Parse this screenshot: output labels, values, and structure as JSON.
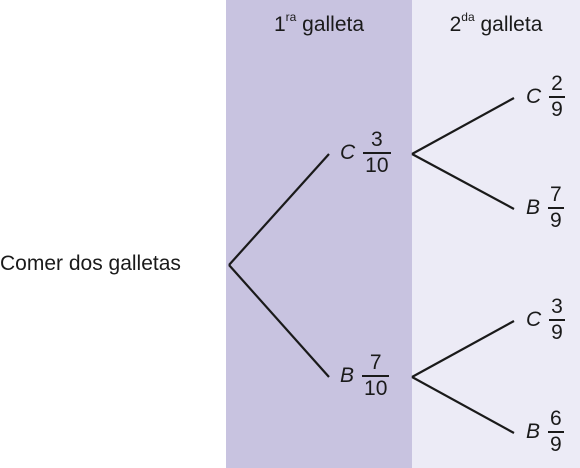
{
  "headers": {
    "first_num": "1",
    "first_sup": "ra",
    "first_text": " galleta",
    "second_num": "2",
    "second_sup": "da",
    "second_text": " galleta"
  },
  "root_label": "Comer dos galletas",
  "first_level": [
    {
      "letter": "C",
      "numerator": "3",
      "denominator": "10"
    },
    {
      "letter": "B",
      "numerator": "7",
      "denominator": "10"
    }
  ],
  "second_level": [
    {
      "letter": "C",
      "numerator": "2",
      "denominator": "9"
    },
    {
      "letter": "B",
      "numerator": "7",
      "denominator": "9"
    },
    {
      "letter": "C",
      "numerator": "3",
      "denominator": "9"
    },
    {
      "letter": "B",
      "numerator": "6",
      "denominator": "9"
    }
  ],
  "colors": {
    "first_column": "#c8c3e0",
    "second_column": "#ecebf6",
    "lines": "#1a1a1a"
  }
}
